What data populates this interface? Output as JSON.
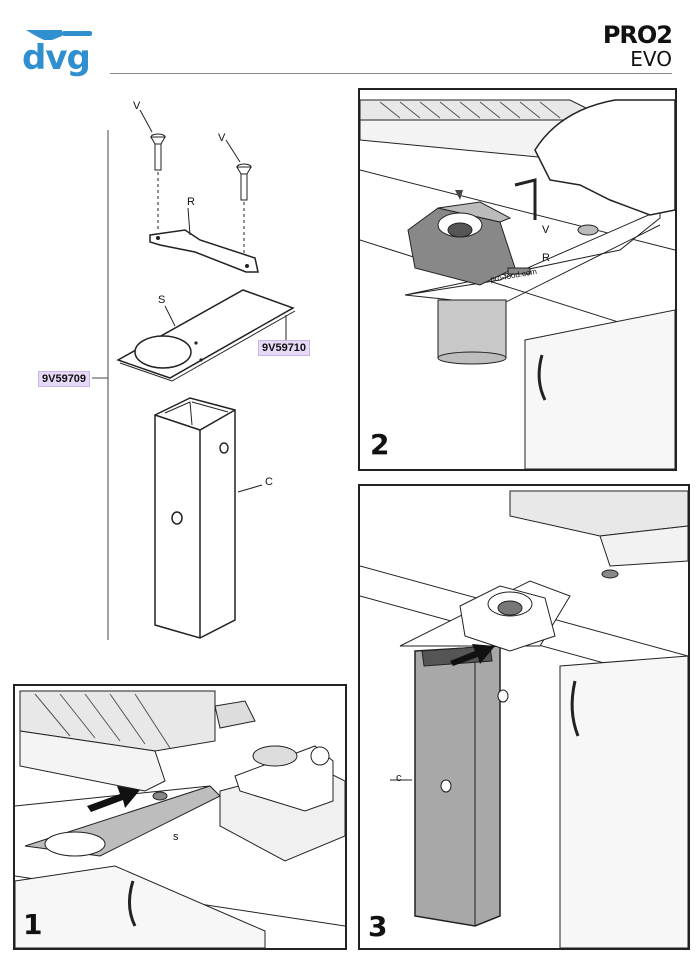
{
  "header": {
    "brand": "dvg",
    "model_line1": "PRO2",
    "model_line2": "EVO"
  },
  "exploded": {
    "screw_labels": [
      "V",
      "V"
    ],
    "label_r": "R",
    "label_s": "S",
    "label_c": "C",
    "code_plate": "9V59710",
    "code_kit": "9V59709"
  },
  "step1": {
    "number": "1",
    "label_s": "s"
  },
  "step2": {
    "number": "2",
    "label_v": "V",
    "label_r": "R",
    "brand_text": "pro-food.com"
  },
  "step3": {
    "number": "3",
    "label_c": "c"
  }
}
